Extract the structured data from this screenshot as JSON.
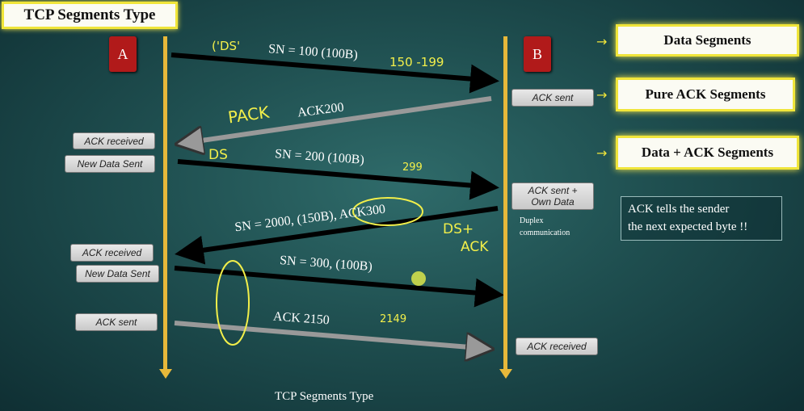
{
  "title": "TCP Segments Type",
  "caption": "TCP Segments Type",
  "nodes": {
    "a": "A",
    "b": "B"
  },
  "legend": {
    "data": "Data Segments",
    "pure_ack": "Pure ACK Segments",
    "data_ack": "Data + ACK Segments"
  },
  "note": {
    "line1": "ACK tells the sender",
    "line2": "the next expected byte !!"
  },
  "labels_a": {
    "ack_received_1": "ACK received",
    "new_data_sent_1": "New Data Sent",
    "ack_received_2": "ACK received",
    "new_data_sent_2": "New Data Sent",
    "ack_sent": "ACK sent"
  },
  "labels_b": {
    "ack_sent": "ACK sent",
    "ack_sent_own_1": "ACK sent +",
    "ack_sent_own_2": "Own Data",
    "ack_received": "ACK received",
    "duplex_1": "Duplex",
    "duplex_2": "communication"
  },
  "messages": {
    "m1": "SN = 100 (100B)",
    "m2": "ACK200",
    "m3": "SN = 200 (100B)",
    "m4": "SN = 2000, (150B), ACK300",
    "m5": "SN = 300, (100B)",
    "m6": "ACK 2150"
  },
  "handwriting": {
    "ds1": "('DS'",
    "range1": "150 -199",
    "pack": "PACK",
    "ds2": "DS",
    "range2": "299",
    "dsack_1": "DS+",
    "dsack_2": "ACK",
    "n2149": "2149"
  }
}
